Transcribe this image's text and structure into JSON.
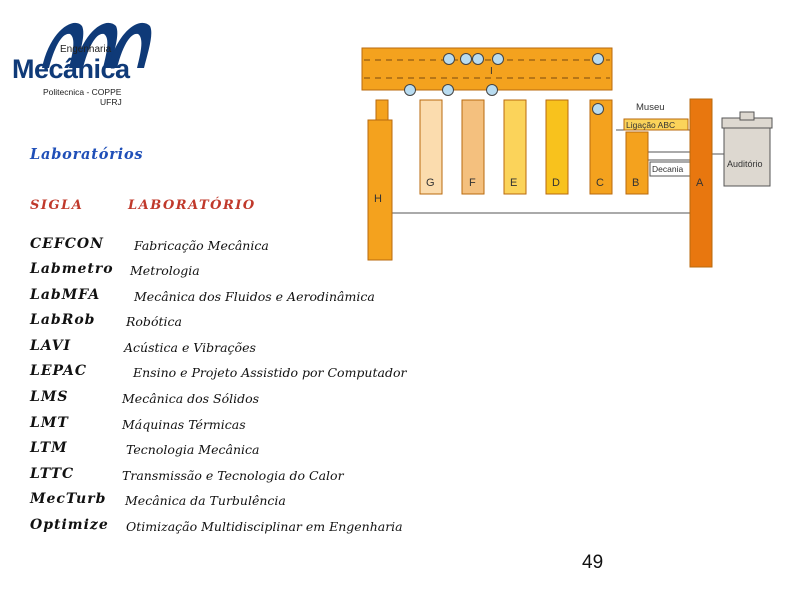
{
  "logo": {
    "engenharia": "Engenharia",
    "mecanica": "Mecânica",
    "line1": "Politecnica - COPPE",
    "line2": "UFRJ",
    "color": "#0f3a78"
  },
  "section_title": "Laboratórios",
  "table": {
    "header_sigla": "SIGLA",
    "header_lab": "LABORATÓRIO",
    "rows": [
      {
        "sigla": "CEFCON",
        "lab": "Fabricação Mecânica"
      },
      {
        "sigla": "Labmetro",
        "lab": "Metrologia"
      },
      {
        "sigla": "LabMFA",
        "lab": "Mecânica dos Fluidos e Aerodinâmica"
      },
      {
        "sigla": "LabRob",
        "lab": "Robótica"
      },
      {
        "sigla": "LAVI",
        "lab": "Acústica e Vibrações"
      },
      {
        "sigla": "LEPAC",
        "lab": "Ensino e Projeto Assistido por Computador"
      },
      {
        "sigla": "LMS",
        "lab": "Mecânica dos Sólidos"
      },
      {
        "sigla": "LMT",
        "lab": "Máquinas Térmicas"
      },
      {
        "sigla": "LTM",
        "lab": "Tecnologia Mecânica"
      },
      {
        "sigla": "LTTC",
        "lab": "Transmissão e Tecnologia do Calor"
      },
      {
        "sigla": "MecTurb",
        "lab": "Mecânica da Turbulência"
      },
      {
        "sigla": "Optimize",
        "lab": "Otimização Multidisciplinar em Engenharia"
      }
    ]
  },
  "map": {
    "blocks": {
      "G": "G",
      "F": "F",
      "E": "E",
      "D": "D",
      "C": "C",
      "B": "B",
      "A": "A",
      "H": "H",
      "I": "I"
    },
    "museu": "Museu",
    "ligacao": "Ligação ABC",
    "decania": "Decania",
    "auditorio": "Auditório",
    "colors": {
      "orange": "#f4a21e",
      "orange_dark": "#e8770f",
      "light1": "#fbdcae",
      "light2": "#f4c07e",
      "yellow": "#fbd35a",
      "yellow_bright": "#f8c21d",
      "gray": "#ddd8d0"
    }
  },
  "page_number": "49"
}
